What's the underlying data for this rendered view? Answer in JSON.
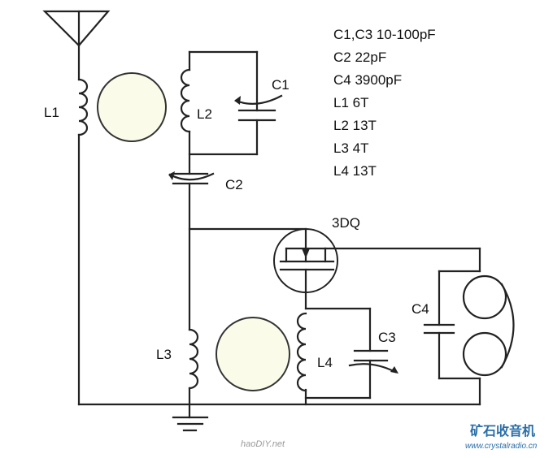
{
  "components": {
    "L1": "L1",
    "L2": "L2",
    "L3": "L3",
    "L4": "L4",
    "C1": "C1",
    "C2": "C2",
    "C3": "C3",
    "C4": "C4",
    "transistor": "3DQ"
  },
  "specs": [
    "C1,C3 10-100pF",
    "C2 22pF",
    "C4 3900pF",
    "L1 6T",
    "L2 13T",
    "L3 4T",
    "L4 13T"
  ],
  "watermark": {
    "site": "haoDIY.net",
    "brand_cn": "矿石收音机",
    "brand_url": "www.crystalradio.cn"
  }
}
